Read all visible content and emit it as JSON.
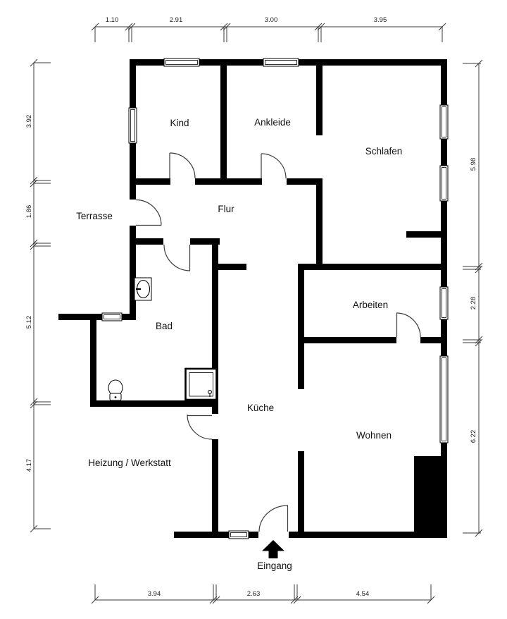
{
  "rooms": {
    "kind": "Kind",
    "ankleide": "Ankleide",
    "schlafen": "Schlafen",
    "terrasse": "Terrasse",
    "flur": "Flur",
    "bad": "Bad",
    "arbeiten": "Arbeiten",
    "kueche": "Küche",
    "wohnen": "Wohnen",
    "heizung": "Heizung / Werkstatt"
  },
  "entrance": {
    "label": "Eingang"
  },
  "dims": {
    "top": [
      "1.10",
      "2.91",
      "3.00",
      "3.95"
    ],
    "left": [
      "3.92",
      "1.86",
      "5.12",
      "4.17"
    ],
    "right": [
      "5.98",
      "2.28",
      "6.22"
    ],
    "bottom": [
      "3.94",
      "2.63",
      "4.54"
    ]
  },
  "colors": {
    "wall": "#000000",
    "background": "#ffffff",
    "dimension_line": "#3a3a3a"
  }
}
